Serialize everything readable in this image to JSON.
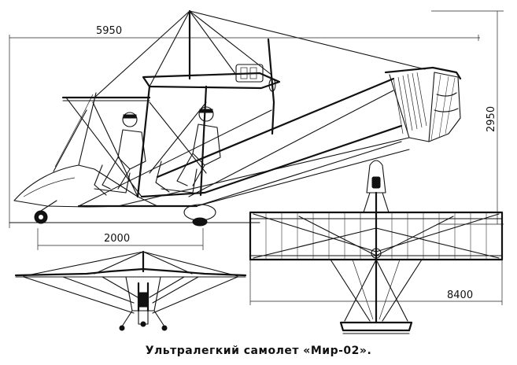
{
  "caption": "Ультралегкий  самолет  «Мир-02».",
  "dimensions": {
    "length": "5950",
    "height": "2950",
    "wheelbase": "2000",
    "wingspan": "8400"
  },
  "views": {
    "side": "side-view",
    "front": "front-view",
    "top": "top-view"
  }
}
